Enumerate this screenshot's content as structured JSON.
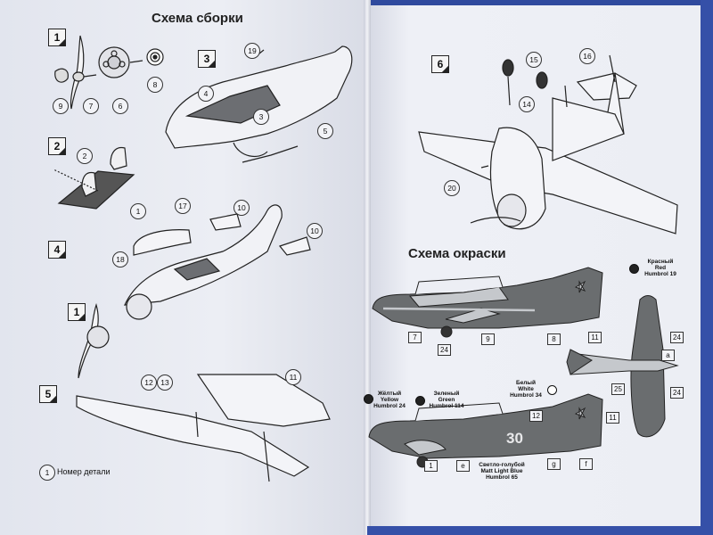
{
  "page": {
    "assembly_title": "Схема сборки",
    "painting_title": "Схема окраски",
    "legend_number": "1",
    "legend_text": "Номер детали"
  },
  "steps": [
    "1",
    "2",
    "3",
    "4",
    "1",
    "5",
    "6"
  ],
  "part_numbers_left": [
    "9",
    "7",
    "6",
    "8",
    "19",
    "4",
    "3",
    "5",
    "2",
    "1",
    "17",
    "10",
    "18",
    "10",
    "12",
    "13",
    "11"
  ],
  "part_numbers_right": [
    "15",
    "16",
    "14",
    "20"
  ],
  "paint": {
    "red": {
      "line1": "Красный",
      "line2": "Red",
      "line3": "Humbrol 19"
    },
    "yellow": {
      "line1": "Жёлтый",
      "line2": "Yellow",
      "line3": "Humbrol 24"
    },
    "green": {
      "line1": "Зеленый",
      "line2": "Green",
      "line3": "Humbrol 114"
    },
    "white": {
      "line1": "Белый",
      "line2": "White",
      "line3": "Humbrol 34"
    },
    "lightblue": {
      "line1": "Светло-голубой",
      "line2": "Matt Light Blue",
      "line3": "Humbrol 65"
    }
  },
  "callouts_top_profile": [
    "7",
    "24",
    "9",
    "8",
    "11"
  ],
  "callouts_bottom_profile": [
    "12",
    "11",
    "f",
    "1",
    "g",
    "e"
  ],
  "callouts_plan": [
    "24",
    "a",
    "25",
    "24"
  ],
  "tail_number": "30",
  "colors": {
    "paper": "#eceef4",
    "background": "#2f4a9e",
    "camo_dark": "#6a6d6f",
    "camo_light": "#c5c8cc",
    "ink": "#222222"
  }
}
